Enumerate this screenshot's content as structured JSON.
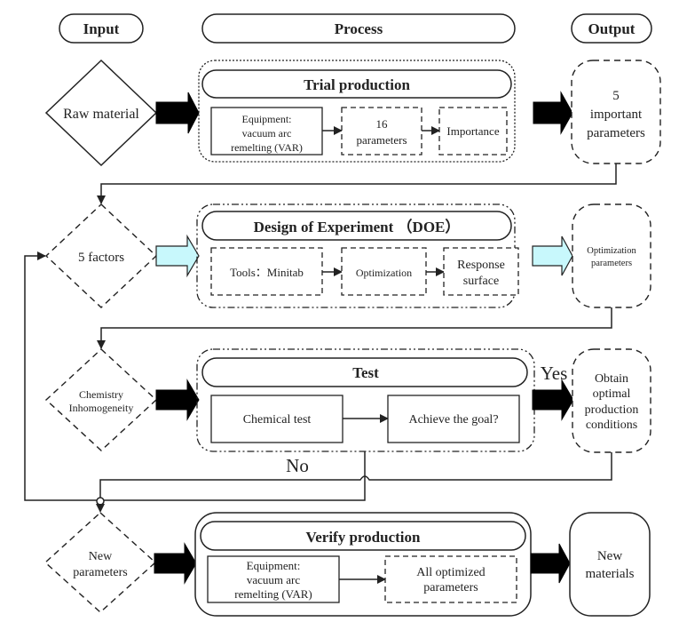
{
  "headers": {
    "input": "Input",
    "process": "Process",
    "output": "Output"
  },
  "colors": {
    "stroke": "#222222",
    "highlight_arrow": "#c8f8fc"
  },
  "rows": [
    {
      "input_lines": [
        "Raw material"
      ],
      "stage_title": "Trial production",
      "steps": [
        {
          "lines": [
            "Equipment:",
            "vacuum arc",
            "remelting (VAR)"
          ]
        },
        {
          "lines": [
            "16",
            "parameters"
          ]
        },
        {
          "lines": [
            "Importance"
          ]
        }
      ],
      "output_lines": [
        "5",
        "important",
        "parameters"
      ]
    },
    {
      "input_lines": [
        "5 factors"
      ],
      "stage_title": "Design of Experiment （DOE）",
      "steps": [
        {
          "lines": [
            "Tools：Minitab"
          ]
        },
        {
          "lines": [
            "Optimization"
          ]
        },
        {
          "lines": [
            "Response",
            "surface"
          ]
        }
      ],
      "output_lines": [
        "Optimization",
        "parameters"
      ]
    },
    {
      "input_lines": [
        "Chemistry",
        "Inhomogeneity"
      ],
      "stage_title": "Test",
      "steps": [
        {
          "lines": [
            "Chemical test"
          ]
        },
        {
          "lines": [
            "Achieve the goal?"
          ]
        }
      ],
      "output_lines": [
        "Obtain",
        "optimal",
        "production",
        "conditions"
      ],
      "yes_label": "Yes",
      "no_label": "No"
    },
    {
      "input_lines": [
        "New",
        "parameters"
      ],
      "stage_title": "Verify production",
      "steps": [
        {
          "lines": [
            "Equipment:",
            "vacuum arc",
            "remelting (VAR)"
          ]
        },
        {
          "lines": [
            "All optimized",
            "parameters"
          ]
        }
      ],
      "output_lines": [
        "New",
        "materials"
      ]
    }
  ]
}
